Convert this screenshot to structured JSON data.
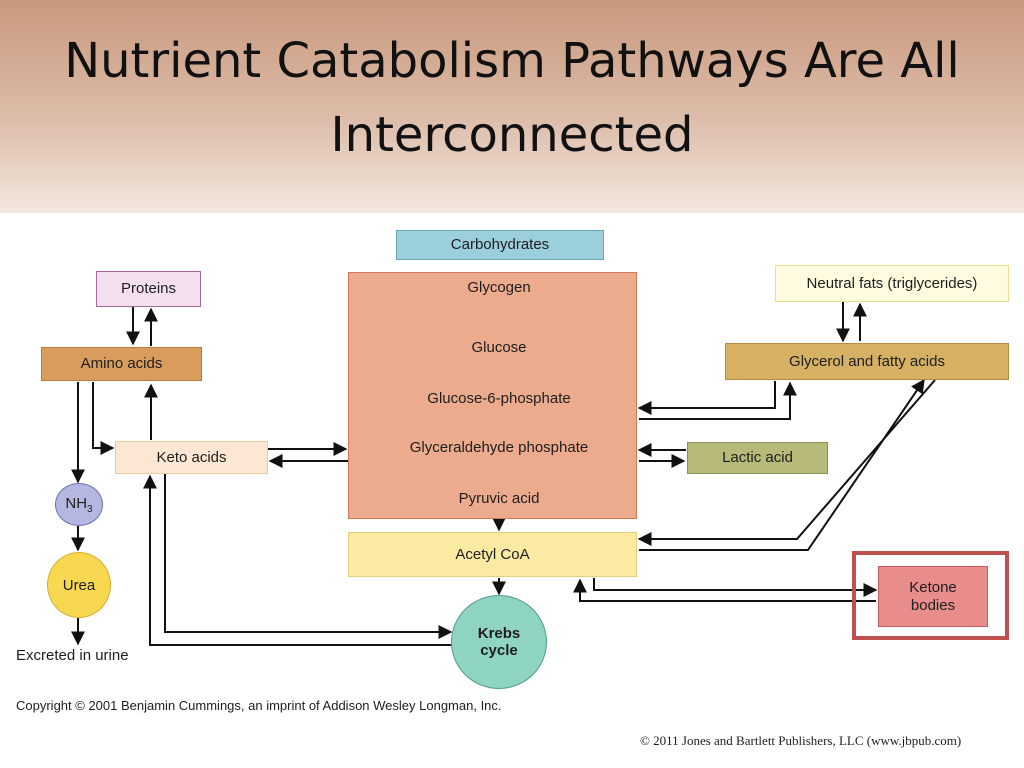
{
  "slide": {
    "title_line1": "Nutrient Catabolism Pathways Are All",
    "title_line2": "Interconnected"
  },
  "nodes": {
    "carbohydrates": "Carbohydrates",
    "glycogen": "Glycogen",
    "glucose": "Glucose",
    "glucose_6_phosphate": "Glucose-6-phosphate",
    "glyceraldehyde_phosphate": "Glyceraldehyde phosphate",
    "pyruvic_acid": "Pyruvic acid",
    "acetyl_coa": "Acetyl CoA",
    "krebs_line1": "Krebs",
    "krebs_line2": "cycle",
    "proteins": "Proteins",
    "amino_acids": "Amino acids",
    "keto_acids": "Keto acids",
    "nh3": "NH",
    "nh3_sub": "3",
    "urea": "Urea",
    "excreted": "Excreted in urine",
    "neutral_fats": "Neutral fats (triglycerides)",
    "glycerol_fatty_acids": "Glycerol and fatty acids",
    "lactic_acid": "Lactic acid",
    "ketone_line1": "Ketone",
    "ketone_line2": "bodies"
  },
  "footer": {
    "copyright_1": "Copyright © 2001 Benjamin Cummings, an imprint of Addison Wesley Longman, Inc.",
    "copyright_2": "© 2011 Jones and Bartlett Publishers, LLC (www.jbpub.com)"
  },
  "colors": {
    "carbohydrates": "#9ccfdc",
    "carb_block": "#ecab8c",
    "acetyl_coa": "#fbeaa2",
    "proteins": "#f3dff0",
    "amino_acids": "#d99c5d",
    "keto_acids": "#fbe7d3",
    "nh3": "#b5b7e0",
    "urea": "#f8d850",
    "krebs": "#8fd3c3",
    "neutral_fats": "#fefbe0",
    "glycerol": "#d6b063",
    "lactic": "#b8ba79",
    "ketone": "#e98d8c",
    "highlight": "#c0504d"
  }
}
